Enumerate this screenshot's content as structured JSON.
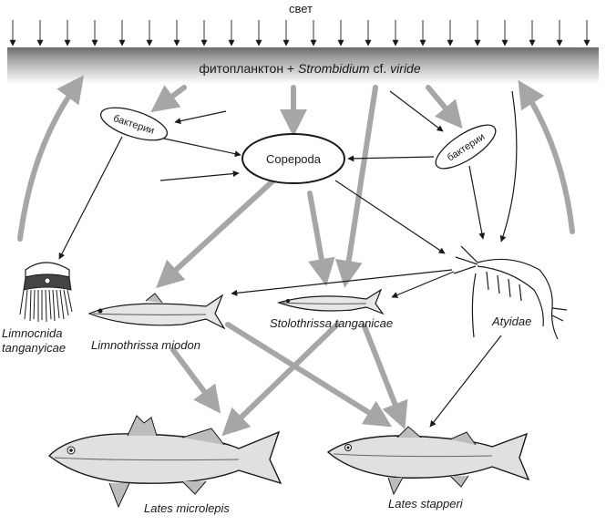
{
  "light": {
    "label": "свет"
  },
  "surface": {
    "prefix": "фитопланктон + ",
    "genus": "Strombidium",
    "cf": " cf. ",
    "species": "viride"
  },
  "nodes": {
    "bacteria_left": "бактерии",
    "bacteria_right": "бактерии",
    "copepoda": "Copepoda",
    "limnocnida_line1": "Limnocnida",
    "limnocnida_line2": "tanganyicae",
    "limnothrissa": "Limnothrissa miodon",
    "stolothrissa": "Stolothrissa tanganicae",
    "atyidae": "Atyidae",
    "lates_microlepis": "Lates microlepis",
    "lates_stapperi": "Lates stapperi"
  },
  "colors": {
    "thick_arrow": "#a6a6a6",
    "thin_arrow": "#1a1a1a"
  }
}
